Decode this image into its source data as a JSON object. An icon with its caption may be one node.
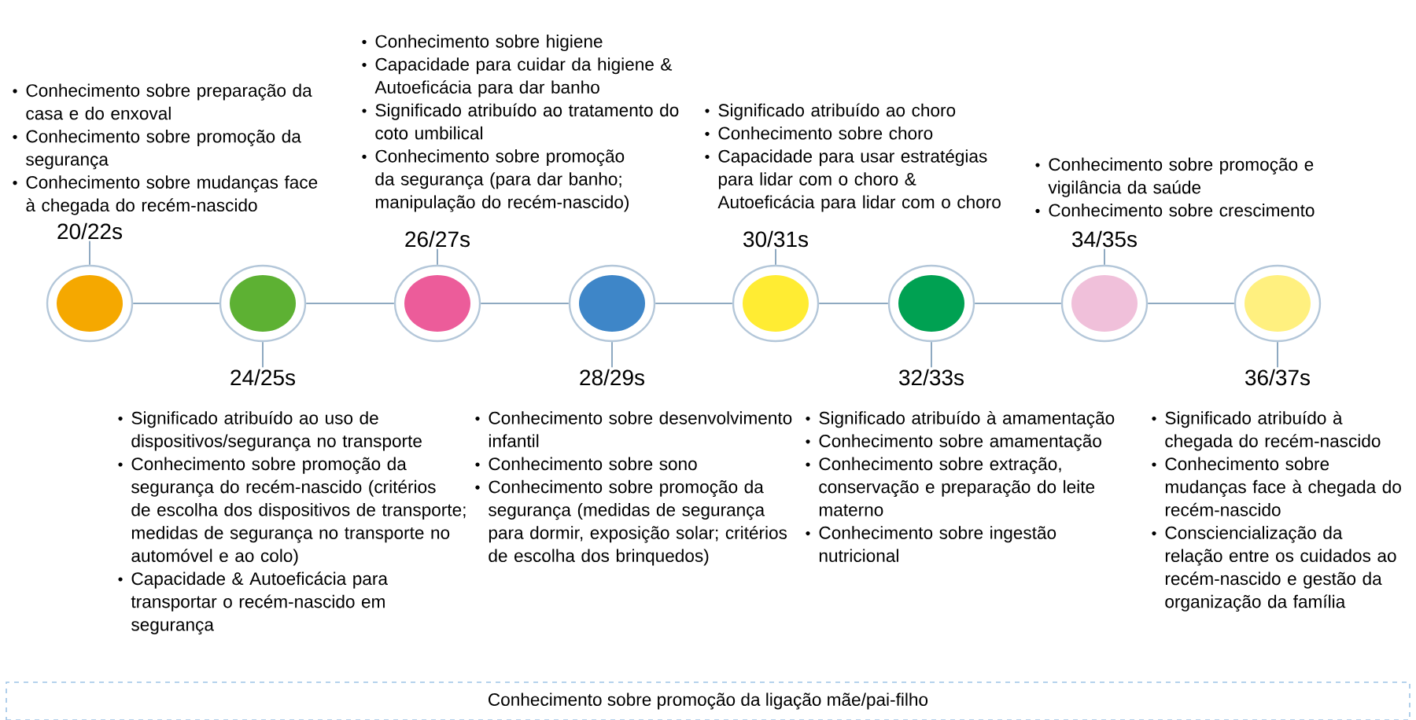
{
  "diagram": {
    "nodes": [
      {
        "text": [
          "20/22s"
        ],
        "beside": [
          "Conhecimento sobre preparação da casa e do enxoval",
          "Conhecimento sobre promoção da segurança",
          "Conhecimento sobre mudanças face à chegada do recém-nascido"
        ]
      },
      {
        "text": [
          "24/25s"
        ],
        "beside": [
          "Significado atribuído ao uso de dispositivos/segurança no transporte",
          "Conhecimento sobre promoção da segurança do recém-nascido (critérios de escolha dos dispositivos de transporte; medidas de segurança no transporte no automóvel e ao colo)",
          "Capacidade & Autoeficácia para transportar o recém-nascido em segurança"
        ]
      },
      {
        "text": [
          "26/27s"
        ],
        "beside": [
          "Conhecimento sobre higiene",
          "Capacidade para cuidar da higiene & Autoeficácia para dar banho",
          "Significado atribuído ao tratamento do coto umbilical",
          "Conhecimento sobre promoção da segurança (para dar banho; manipulação do recém-nascido)"
        ]
      },
      {
        "text": [
          "28/29s"
        ],
        "beside": [
          "Conhecimento sobre desenvolvimento infantil",
          "Conhecimento sobre sono",
          "Conhecimento sobre promoção da segurança (medidas de segurança para dormir, exposição solar; critérios de escolha dos brinquedos)"
        ]
      },
      {
        "text": [
          "30/31s"
        ],
        "beside": [
          "Significado atribuído ao choro",
          "Conhecimento sobre choro",
          "Capacidade para usar estratégias para lidar com o choro & Autoeficácia para lidar com o choro"
        ]
      },
      {
        "text": [
          "32/33s"
        ],
        "beside": [
          "Significado atribuído à amamentação",
          "Conhecimento sobre amamentação",
          "Conhecimento sobre extração, conservação e preparação do leite materno",
          "Conhecimento sobre ingestão nutricional"
        ]
      },
      {
        "text": [
          "34/35s"
        ],
        "beside": [
          "Conhecimento sobre promoção e vigilância da saúde",
          "Conhecimento sobre crescimento"
        ]
      },
      {
        "text": [
          "36/37s"
        ],
        "beside": [
          "Significado atribuído à chegada do recém-nascido",
          "Conhecimento sobre mudanças face à chegada do recém-nascido",
          "Consciencialização da relação entre os cuidados ao recém-nascido e gestão da organização da família"
        ]
      },
      {
        "text": [],
        "shape": "circle"
      },
      {
        "text": [],
        "shape": "circle"
      },
      {
        "text": [],
        "shape": "circle"
      },
      {
        "text": [],
        "shape": "circle"
      },
      {
        "text": [],
        "shape": "circle"
      },
      {
        "text": [],
        "shape": "circle"
      },
      {
        "text": [],
        "shape": "circle"
      },
      {
        "text": [],
        "shape": "circle"
      },
      {
        "text": [
          "Conhecimento sobre promoção da ligação mãe/pai-filho"
        ]
      }
    ],
    "edges": [
      {
        "from": 0,
        "to": 8,
        "arrow": "none"
      },
      {
        "from": 1,
        "to": 9,
        "arrow": "none"
      },
      {
        "from": 2,
        "to": 10,
        "arrow": "none"
      },
      {
        "from": 3,
        "to": 11,
        "arrow": "none"
      },
      {
        "from": 4,
        "to": 12,
        "arrow": "none"
      },
      {
        "from": 5,
        "to": 13,
        "arrow": "none"
      },
      {
        "from": 6,
        "to": 14,
        "arrow": "none"
      },
      {
        "from": 7,
        "to": 15,
        "arrow": "none"
      },
      {
        "from": 8,
        "to": 9,
        "arrow": "none"
      },
      {
        "from": 9,
        "to": 10,
        "arrow": "none"
      },
      {
        "from": 10,
        "to": 11,
        "arrow": "none"
      },
      {
        "from": 11,
        "to": 12,
        "arrow": "none"
      },
      {
        "from": 12,
        "to": 13,
        "arrow": "none"
      },
      {
        "from": 13,
        "to": 14,
        "arrow": "none"
      },
      {
        "from": 14,
        "to": 15,
        "arrow": "none"
      }
    ]
  }
}
